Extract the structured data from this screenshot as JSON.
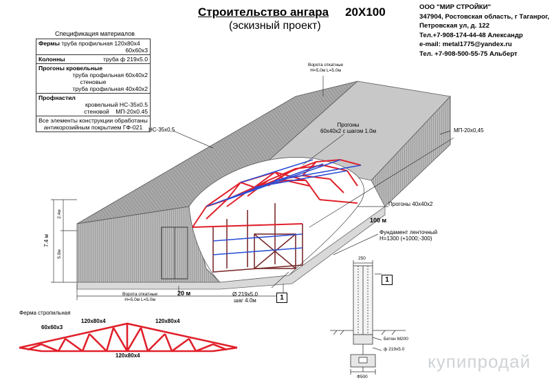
{
  "title": {
    "main": "Строительство ангара",
    "size": "20Х100",
    "sub": "(эскизный проект)"
  },
  "company": {
    "name": "ООО \"МИР СТРОЙКИ\"",
    "address1": "347904, Ростовская область, г Таганрог,",
    "address2": "Петровская ул, д. 122",
    "phone1": "Тел.+7-908-174-44-48 Александр",
    "email": "e-mail: metal1775@yandex.ru",
    "phone2": "Тел. +7-908-500-55-75 Альберт"
  },
  "spec": {
    "heading": "Спецификация материалов",
    "trusses_label": "Фермы",
    "trusses_text": "труба профильная",
    "trusses_v1": "120х80х4",
    "trusses_v2": "60х60х3",
    "columns_label": "Колонны",
    "columns_text": "труба",
    "columns_v": "ф 219х5.0",
    "purlins_label": "Прогоны кровельные",
    "purlins_l1": "труба профильная 60х40х2",
    "purlins_l2": "стеновые",
    "purlins_l3": "труба профильная 40х40х2",
    "deck_label": "Профнастил",
    "deck_l1": "кровельный НС-35х0.5",
    "deck_l2a": "стеновой",
    "deck_l2b": "МП-20х0.45",
    "note1": "Все элементы конструкции обработаны",
    "note2": "антикорозийным покрытием ГФ-021"
  },
  "labels": {
    "gate_top_1": "Ворота откатные",
    "gate_top_2": "Н=5.0м L=5.0м",
    "roof_sheet": "НС-35х0,5",
    "wall_sheet": "МП-20х0,45",
    "purlins_1": "Прогоны",
    "purlins_2": "60х40х2 с шагом 1.0м",
    "purlins_wall": "Прогоны 40х40х2",
    "length": "100 м",
    "foundation_1": "Фундамент ленточный",
    "foundation_2": "Н=1300 (+1000;-300)",
    "height_total": "7.4 м",
    "height_upper": "2.4м",
    "height_lower": "5.0м",
    "gate_bottom_1": "Ворота откатные",
    "gate_bottom_2": "Н=5.0м L=5.0м",
    "width": "20 м",
    "column_1": "Ø 219х5.0",
    "column_2": "шаг 4.0м",
    "callout": "1",
    "truss_title": "Ферма стропильная",
    "truss_a": "60х60х3",
    "truss_b": "120х80х4",
    "truss_c": "120х80х4",
    "truss_d": "120х80х4",
    "detail_w": "250",
    "detail_callout": "1",
    "detail_concrete": "Бетон М200",
    "detail_pipe": "ф 219х5.0",
    "detail_base": "Ф500",
    "watermark": "купипродай"
  },
  "colors": {
    "truss": "#e0202a",
    "purlin": "#2b4fd6",
    "sheet": "#9a9a9a",
    "frame": "#7a2b2b"
  }
}
